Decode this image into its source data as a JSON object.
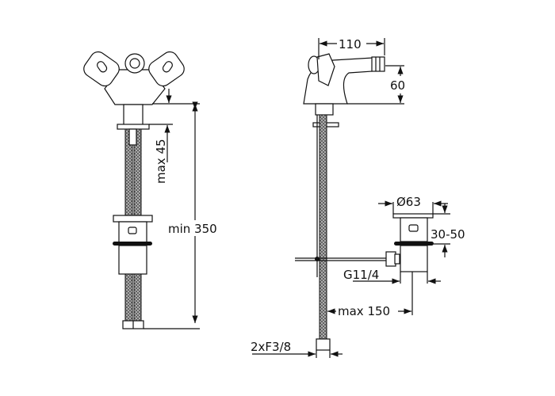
{
  "dimensions": {
    "width_top": "110",
    "height_spout": "60",
    "max_depth": "max 45",
    "min_length": "min 350",
    "drain_diameter": "Ø63",
    "drain_range": "30-50",
    "drain_thread": "G11/4",
    "max_offset": "max 150",
    "connection": "2xF3/8"
  }
}
